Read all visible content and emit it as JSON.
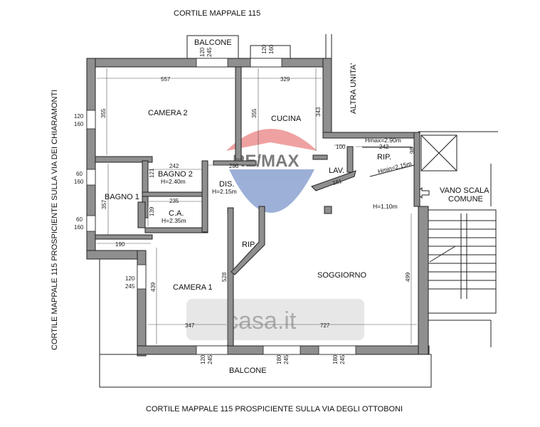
{
  "labels": {
    "top_courtyard": "CORTILE MAPPALE 115",
    "bottom_courtyard": "CORTILE MAPPALE 115 PROSPICIENTE SULLA VIA DEGLI OTTOBONI",
    "left_side": "CORTILE MAPPALE 115 PROSPICIENTE SULLA VIA DEI CHIARAMONTI",
    "other_unit": "ALTRA UNITA'",
    "stair": "VANO SCALA",
    "stair_common": "COMUNE",
    "balcony_top": "BALCONE",
    "balcony_bottom": "BALCONE"
  },
  "rooms": {
    "camera2": "CAMERA 2",
    "cucina": "CUCINA",
    "bagno2": "BAGNO 2",
    "bagno2_h": "H=2.40m",
    "dis": "DIS.",
    "dis_h": "H=2.15m",
    "bagno1": "BAGNO 1",
    "ca": "C.A.",
    "ca_h": "H=2.35m",
    "lav": "LAV.",
    "rip1": "RIP.",
    "hmax": "Hmax=2.90m",
    "hmin": "Hmin=2.15m",
    "h110": "H=1,10m",
    "rip2": "RIP.",
    "camera1": "CAMERA 1",
    "soggiorno": "SOGGIORNO"
  },
  "dimensions": {
    "d557": "557",
    "d329": "329",
    "d355a": "355",
    "d355b": "355",
    "d343": "343",
    "d242a": "242",
    "d203": "203",
    "d121": "121",
    "d235": "235",
    "d139": "139",
    "d357": "357",
    "d190": "190",
    "d100": "100",
    "d242b": "242",
    "d98": "98",
    "d181": "181",
    "d528": "528",
    "d439": "439",
    "d499": "499",
    "d347": "347",
    "d727": "727"
  },
  "windows": {
    "w_top_a": "120",
    "w_top_b": "245",
    "w_top2_a": "120",
    "w_top2_b": "160",
    "w_l1_a": "120",
    "w_l1_b": "160",
    "w_l2_a": "60",
    "w_l2_b": "160",
    "w_l3_a": "60",
    "w_l3_b": "160",
    "w_l4_a": "120",
    "w_l4_b": "245",
    "w_b1_a": "120",
    "w_b1_b": "245",
    "w_b2_a": "180",
    "w_b2_b": "245",
    "w_b3_a": "180",
    "w_b3_b": "245"
  },
  "watermarks": {
    "remax": "RE/MAX",
    "casa": "casa.it"
  }
}
